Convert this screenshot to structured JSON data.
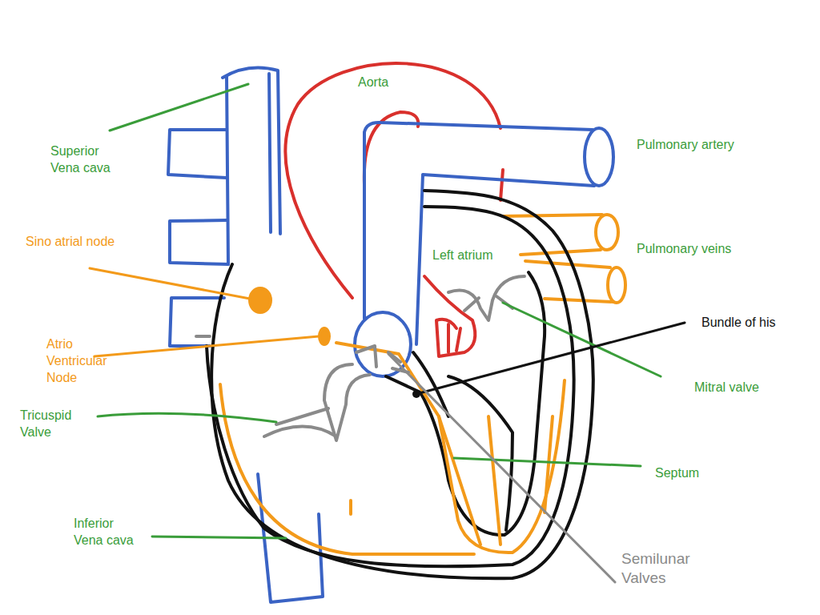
{
  "diagram": {
    "labels": [
      "Aorta",
      "Superior Vena cava",
      "Pulmonary artery",
      "Sino atrial node",
      "Pulmonary veins",
      "Left atrium",
      "Bundle of his",
      "Atrio Ventricular Node",
      "Mitral valve",
      "Tricuspid Valve",
      "Septum",
      "Inferior Vena cava",
      "Semilunar Valves"
    ]
  }
}
